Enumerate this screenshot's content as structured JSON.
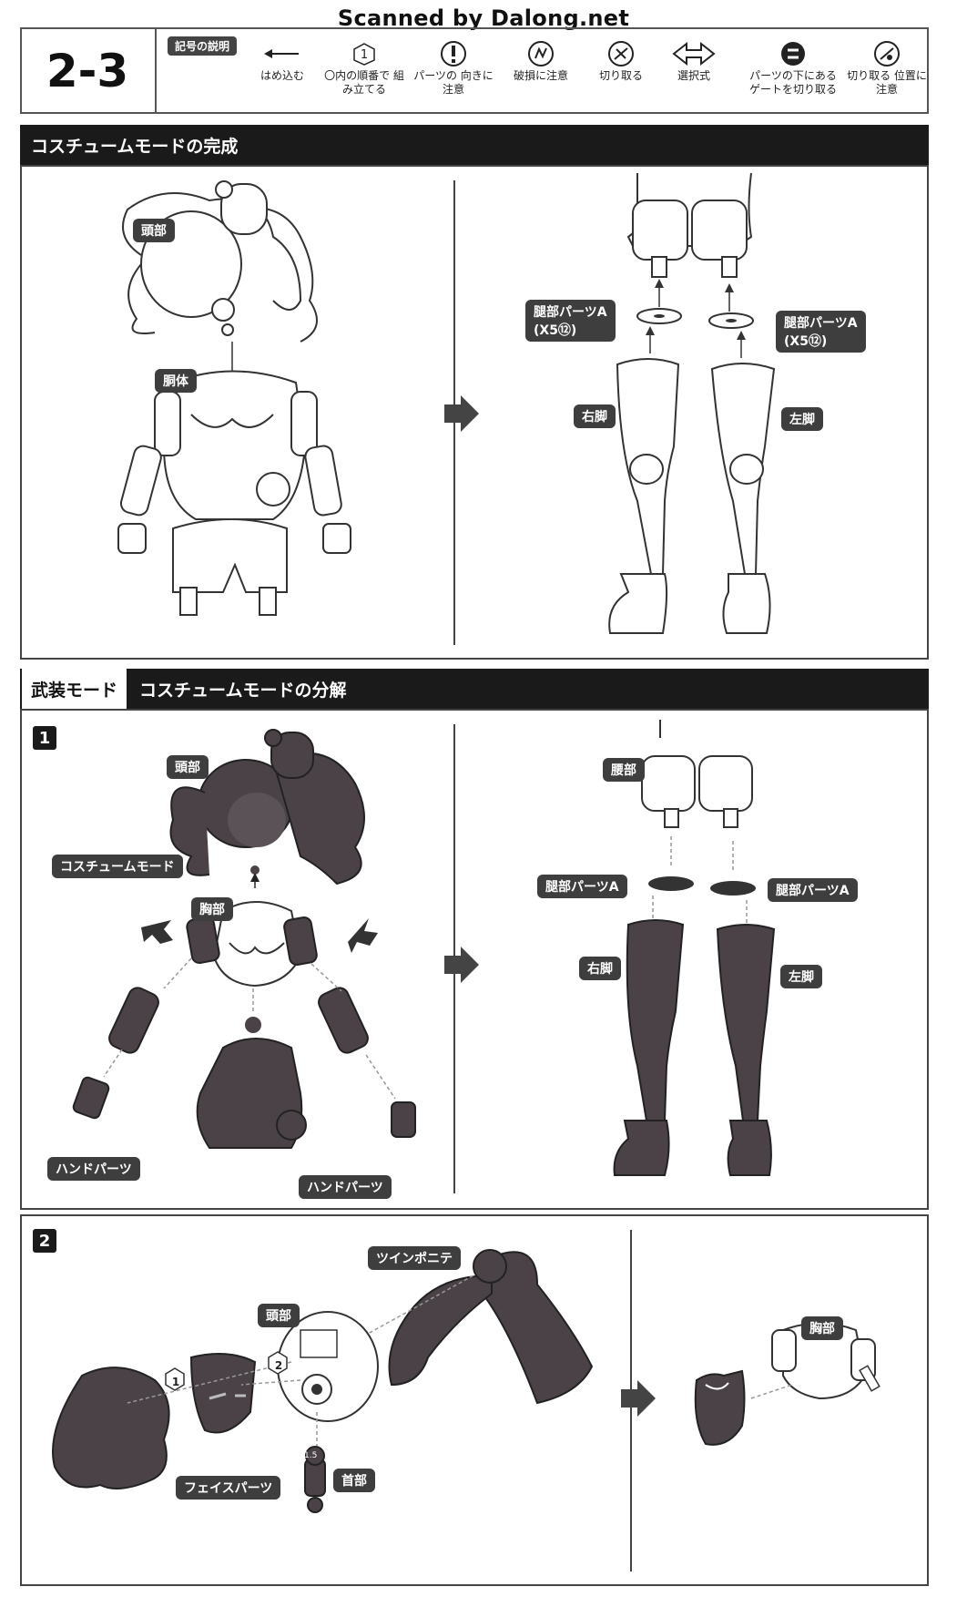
{
  "watermark": "Scanned by Dalong.net",
  "step_number": "2-3",
  "legend": {
    "title": "記号の説明",
    "items": [
      {
        "icon": "arrow-left-icon",
        "label": "はめ込む"
      },
      {
        "icon": "circled-number-icon",
        "symbol": "①",
        "label": "〇内の順番で 組み立てる"
      },
      {
        "icon": "exclamation-icon",
        "label": "パーツの 向きに注意"
      },
      {
        "icon": "break-caution-icon",
        "label": "破損に注意"
      },
      {
        "icon": "cut-icon",
        "label": "切り取る"
      },
      {
        "icon": "choice-arrows-icon",
        "label": "選択式"
      },
      {
        "icon": "under-gate-icon",
        "label": "パーツの下にある ゲートを切り取る"
      },
      {
        "icon": "cut-position-icon",
        "label": "切り取る 位置に注意"
      }
    ]
  },
  "section1": {
    "title": "コスチュームモードの完成",
    "left_labels": {
      "head": "頭部",
      "torso": "胴体"
    },
    "right_labels": {
      "thigh_a_left": "腿部パーツA",
      "thigh_a_left_code": "(X5⑫)",
      "thigh_a_right": "腿部パーツA",
      "thigh_a_right_code": "(X5⑫)",
      "right_leg": "右脚",
      "left_leg": "左脚"
    }
  },
  "section2": {
    "tag": "武装モード",
    "title": "コスチュームモードの分解",
    "step1": {
      "number": "1",
      "labels": {
        "head": "頭部",
        "costume_mode": "コスチュームモード",
        "chest": "胸部",
        "hand_left": "ハンドパーツ",
        "hand_right": "ハンドパーツ",
        "waist": "腰部",
        "thigh_a_1": "腿部パーツA",
        "thigh_a_2": "腿部パーツA",
        "right_leg": "右脚",
        "left_leg": "左脚"
      }
    },
    "step2": {
      "number": "2",
      "labels": {
        "twin_ponytail": "ツインポニテ",
        "head": "頭部",
        "face_parts": "フェイスパーツ",
        "neck": "首部",
        "chest": "胸部",
        "order1": "1",
        "order2": "2",
        "neck_marker": "1.5"
      }
    }
  },
  "colors": {
    "bar": "#1a1a1a",
    "label_bg": "#3e3e3e",
    "part_dark": "#4a4246",
    "line": "#444444"
  }
}
